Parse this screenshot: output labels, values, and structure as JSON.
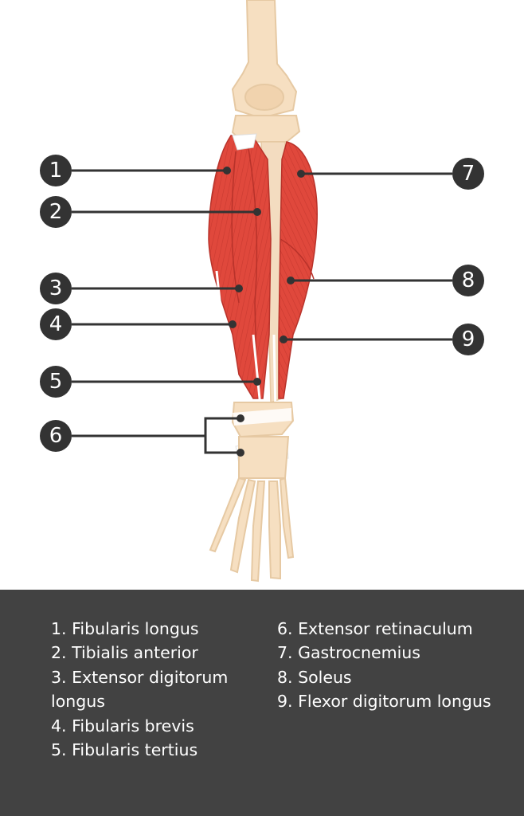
{
  "diagram": {
    "markers": [
      {
        "number": "1"
      },
      {
        "number": "2"
      },
      {
        "number": "3"
      },
      {
        "number": "4"
      },
      {
        "number": "5"
      },
      {
        "number": "6"
      },
      {
        "number": "7"
      },
      {
        "number": "8"
      },
      {
        "number": "9"
      }
    ],
    "colors": {
      "muscle": "#e0483c",
      "muscle_dark": "#b8322a",
      "bone": "#f6dfc1",
      "bone_outline": "#e6c9a3",
      "tendon": "#ffffff",
      "marker": "#333333",
      "leader_line": "#333333",
      "legend_background": "#424242",
      "legend_text": "#ffffff"
    }
  },
  "legend": {
    "left_column": [
      "1. Fibularis longus",
      "2. Tibialis anterior",
      "3. Extensor digitorum longus",
      "4. Fibularis brevis",
      "5. Fibularis tertius"
    ],
    "right_column": [
      "6. Extensor retinaculum",
      "7. Gastrocnemius",
      "8. Soleus",
      "9. Flexor digitorum longus"
    ]
  }
}
